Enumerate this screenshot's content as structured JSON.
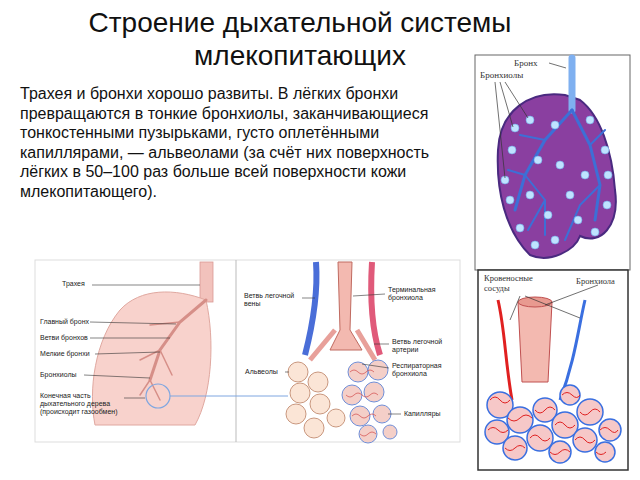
{
  "diagram": {
    "title": "Строение дыхательной системы млекопитающих",
    "labels": [
      "Трахея и бронхи хорошо развиты. В лёгких бронхи превращаются в тонкие бронхиолы, заканчивающиеся тонкостенными пузырьками, густо оплетёнными капиллярами, — альвеолами (за счёт них поверхность лёгких в 50–100 раз больше всей поверхности кожи млекопитающего).",
      "Бронх",
      "Бронхиолы",
      "Кровеносные сосуды",
      "Бронхиола",
      "Трахея",
      "Главный бронх",
      "Ветви бронхов",
      "Мелкие бронхи",
      "Бронхиолы",
      "Конечная часть дыхательного дерева (происходит газообмен)",
      "Ветвь легочной вены",
      "Терминальная бронхиола",
      "Ветвь легочной артерии",
      "Респираторная бронхиола",
      "Альвеолы",
      "Капилляры"
    ]
  }
}
